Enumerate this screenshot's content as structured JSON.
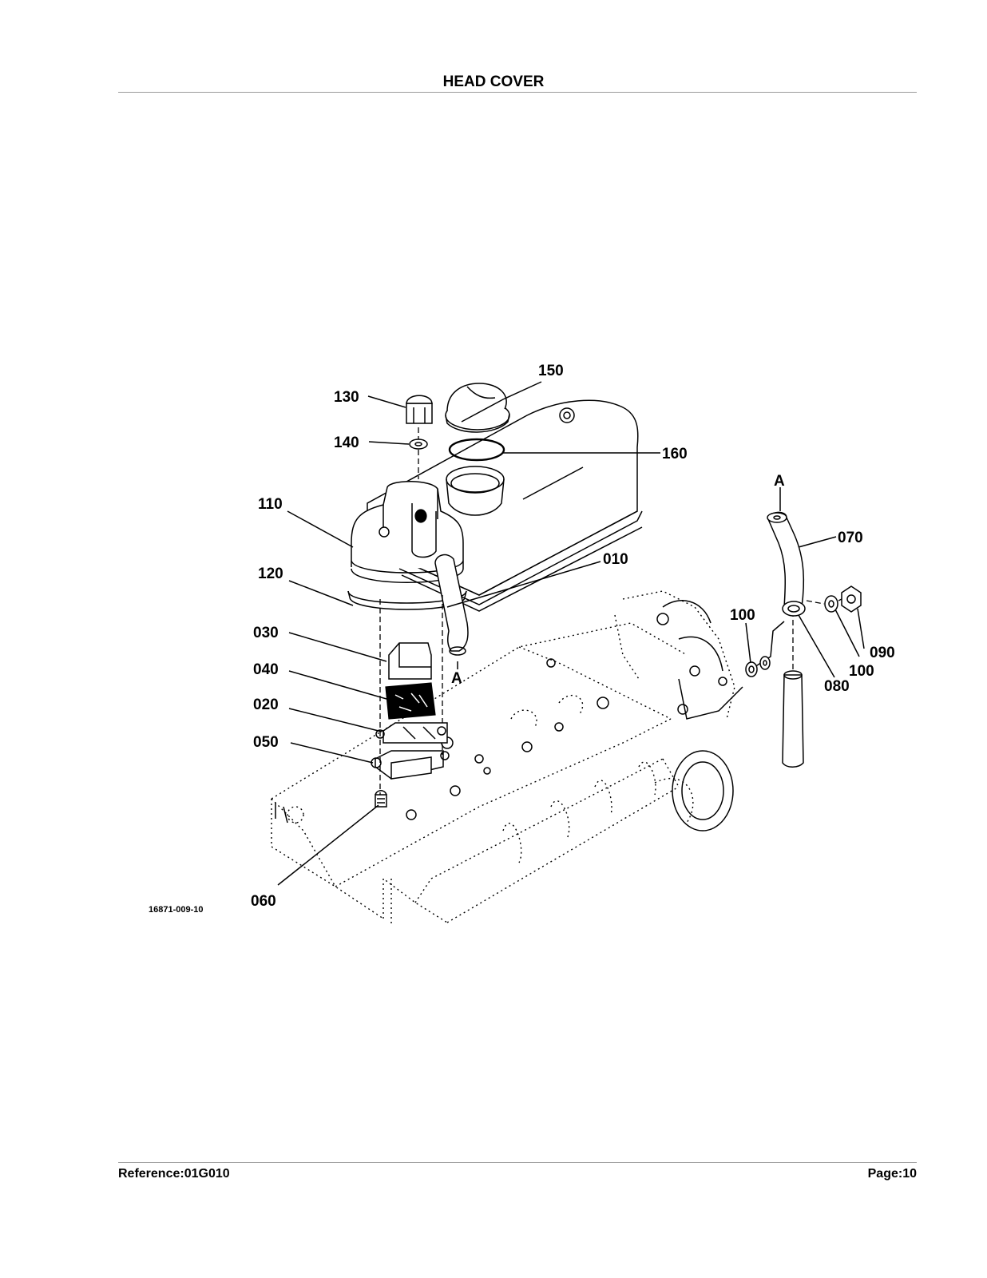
{
  "header": {
    "title": "HEAD COVER"
  },
  "footer": {
    "reference": "Reference:01G010",
    "page": "Page:10"
  },
  "figure": {
    "number": "16871-009-10"
  },
  "callouts": {
    "c150": "150",
    "c130": "130",
    "c140": "140",
    "c160": "160",
    "c110": "110",
    "c010": "010",
    "c120": "120",
    "c030": "030",
    "c040": "040",
    "c020": "020",
    "c050": "050",
    "c060": "060",
    "c070": "070",
    "c100a": "100",
    "c100b": "100",
    "c090": "090",
    "c080": "080",
    "markA1": "A",
    "markA2": "A"
  }
}
